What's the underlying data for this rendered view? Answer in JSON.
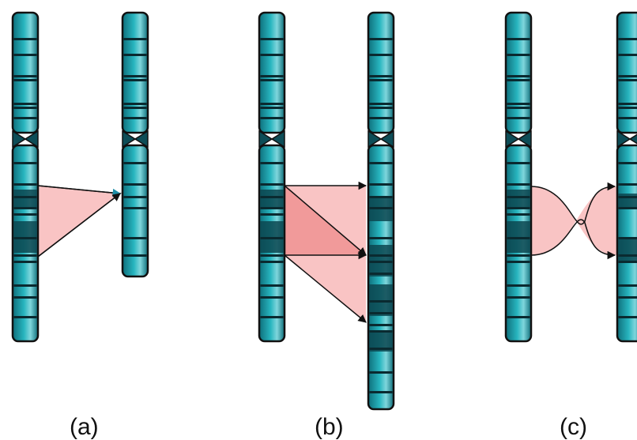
{
  "colors": {
    "chromosome_fill": "#1fa6b0",
    "chromosome_dark": "#0d5a66",
    "chromosome_light": "#8fdfe6",
    "outline": "#111111",
    "mapping_fill": "#f9c4c4",
    "mapping_fill_dark": "#f19a9a",
    "arrow": "#111111"
  },
  "panels": [
    {
      "id": "a",
      "label": "(a)"
    },
    {
      "id": "b",
      "label": "(b)"
    },
    {
      "id": "c",
      "label": "(c)"
    }
  ]
}
